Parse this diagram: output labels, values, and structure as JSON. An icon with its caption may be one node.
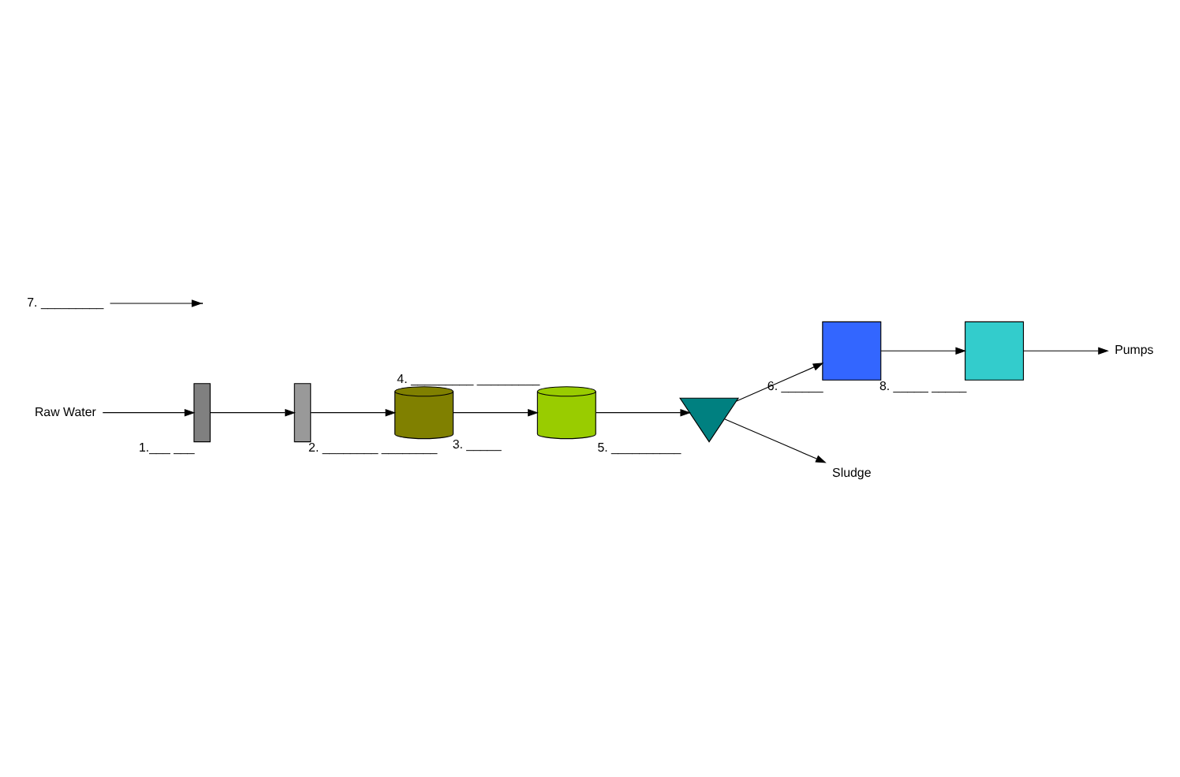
{
  "diagram": {
    "nodes": [
      {
        "text": [
          "Raw Water"
        ]
      },
      {
        "text": [],
        "shape": "bar",
        "beside": [
          "1.___ ___"
        ]
      },
      {
        "text": [],
        "shape": "bar",
        "beside": [
          "2. ________ ________"
        ]
      },
      {
        "text": [],
        "shape": "cylinder",
        "beside": [
          "3. _____"
        ]
      },
      {
        "text": [],
        "shape": "cylinder",
        "beside": [
          "4. _________ _________"
        ]
      },
      {
        "text": [],
        "shape": "triangle",
        "beside": [
          "5. __________"
        ]
      },
      {
        "text": [],
        "shape": "box",
        "beside": [
          "6. ______"
        ]
      },
      {
        "text": [],
        "shape": "box",
        "beside": [
          "8. _____ _____"
        ]
      },
      {
        "text": [
          "Pumps"
        ]
      },
      {
        "text": [
          "Sludge"
        ]
      },
      {
        "text": [
          "7. _________"
        ]
      }
    ],
    "edges": [
      {
        "from": 0,
        "to": 1,
        "arrow": "to"
      },
      {
        "from": 1,
        "to": 2,
        "arrow": "to"
      },
      {
        "from": 2,
        "to": 3,
        "arrow": "to"
      },
      {
        "from": 3,
        "to": 4,
        "arrow": "to"
      },
      {
        "from": 4,
        "to": 5,
        "arrow": "to"
      },
      {
        "from": 5,
        "to": 6,
        "arrow": "to"
      },
      {
        "from": 6,
        "to": 7,
        "arrow": "to"
      },
      {
        "from": 10,
        "to": null,
        "arrow": "to"
      },
      {
        "from": 7,
        "to": 8,
        "arrow": "to"
      },
      {
        "from": 5,
        "to": 9,
        "arrow": "to"
      }
    ]
  }
}
